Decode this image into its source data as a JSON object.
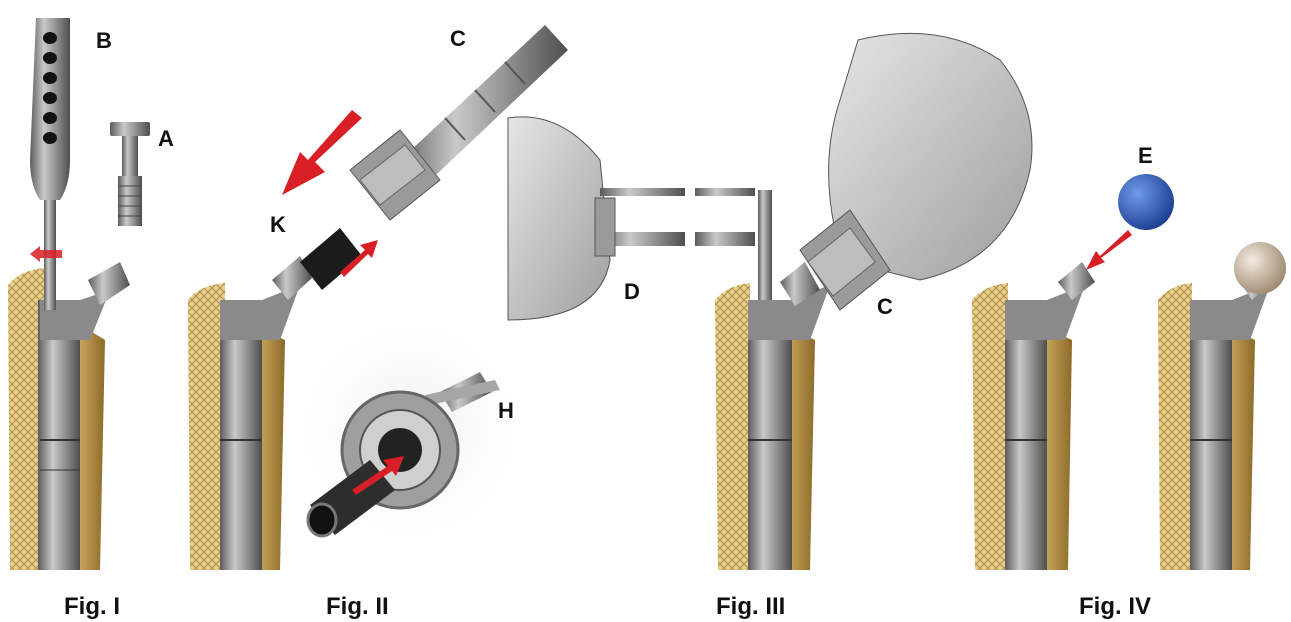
{
  "labels": {
    "a": "A",
    "b": "B",
    "c1": "C",
    "c2": "C",
    "k": "K",
    "h": "H",
    "d": "D",
    "e": "E"
  },
  "captions": {
    "fig1": "Fig. I",
    "fig2": "Fig. II",
    "fig3": "Fig. III",
    "fig4": "Fig. IV"
  },
  "colors": {
    "arrow": "#d81f26",
    "bone": "#c9a24f",
    "metal": "#8d8d8d",
    "ball_blue": "#2f5fb8",
    "ball_ceramic": "#cbb79c"
  }
}
